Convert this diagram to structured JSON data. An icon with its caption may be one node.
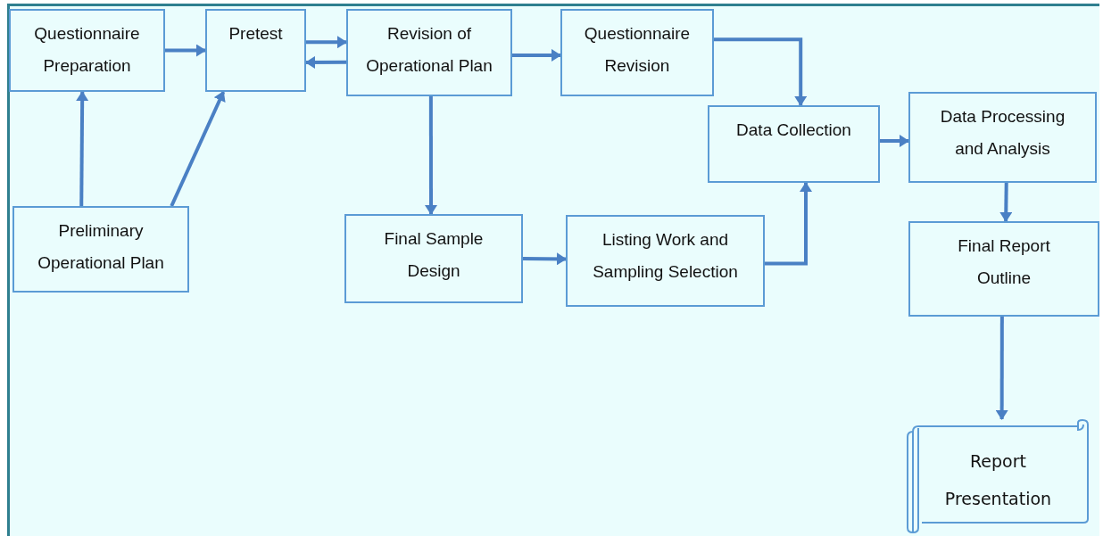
{
  "diagram": {
    "nodes": [
      {
        "text": [
          "Questionnaire Preparation"
        ]
      },
      {
        "text": [
          "Pretest"
        ]
      },
      {
        "text": [
          "Revision of Operational Plan"
        ]
      },
      {
        "text": [
          "Questionnaire Revision"
        ]
      },
      {
        "text": [
          "Preliminary Operational Plan"
        ]
      },
      {
        "text": [
          "Data Collection"
        ]
      },
      {
        "text": [
          "Data Processing and Analysis"
        ]
      },
      {
        "text": [
          "Final Sample Design"
        ]
      },
      {
        "text": [
          "Listing Work and Sampling Selection"
        ]
      },
      {
        "text": [
          "Final Report Outline"
        ]
      },
      {
        "text": [
          "Report Presentation"
        ]
      }
    ],
    "edges": [
      {
        "from": 0,
        "to": 1,
        "arrow": "to"
      },
      {
        "from": 1,
        "to": 2,
        "arrow": "to"
      },
      {
        "from": 2,
        "to": 1,
        "arrow": "to"
      },
      {
        "from": 2,
        "to": 3,
        "arrow": "to"
      },
      {
        "from": 4,
        "to": 0,
        "arrow": "to"
      },
      {
        "from": 4,
        "to": 1,
        "arrow": "to"
      },
      {
        "from": 3,
        "to": 5,
        "arrow": "to"
      },
      {
        "from": 2,
        "to": 7,
        "arrow": "to"
      },
      {
        "from": 7,
        "to": 8,
        "arrow": "to"
      },
      {
        "from": 8,
        "to": 5,
        "arrow": "to"
      },
      {
        "from": 5,
        "to": 6,
        "arrow": "to"
      },
      {
        "from": 6,
        "to": 9,
        "arrow": "to"
      },
      {
        "from": 9,
        "to": 10,
        "arrow": "to"
      }
    ]
  }
}
